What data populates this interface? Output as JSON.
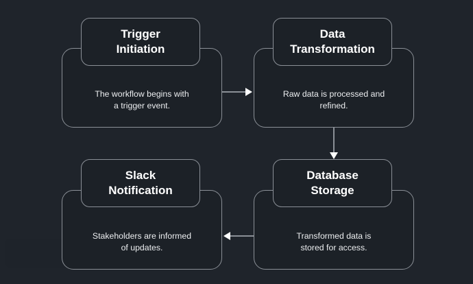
{
  "diagram": {
    "background_color": "#1f242b",
    "card_fill_color": "#1c2127",
    "border_color": "#8b9097",
    "title_color": "#ffffff",
    "description_color": "#eceef0",
    "arrow_line_color": "#8b9097",
    "arrowhead_color": "#ffffff",
    "nodes": [
      {
        "id": "trigger-initiation",
        "title": "Trigger\nInitiation",
        "description": "The workflow begins with\na trigger event."
      },
      {
        "id": "data-transformation",
        "title": "Data\nTransformation",
        "description": "Raw data is processed and\nrefined."
      },
      {
        "id": "slack-notification",
        "title": "Slack\nNotification",
        "description": "Stakeholders are informed\nof updates."
      },
      {
        "id": "database-storage",
        "title": "Database\nStorage",
        "description": "Transformed data is\nstored for access."
      }
    ],
    "connectors": [
      {
        "id": "trigger-to-data",
        "from": "trigger-initiation",
        "to": "data-transformation",
        "direction": "right"
      },
      {
        "id": "data-to-database",
        "from": "data-transformation",
        "to": "database-storage",
        "direction": "down"
      },
      {
        "id": "database-to-slack",
        "from": "database-storage",
        "to": "slack-notification",
        "direction": "left"
      }
    ]
  }
}
